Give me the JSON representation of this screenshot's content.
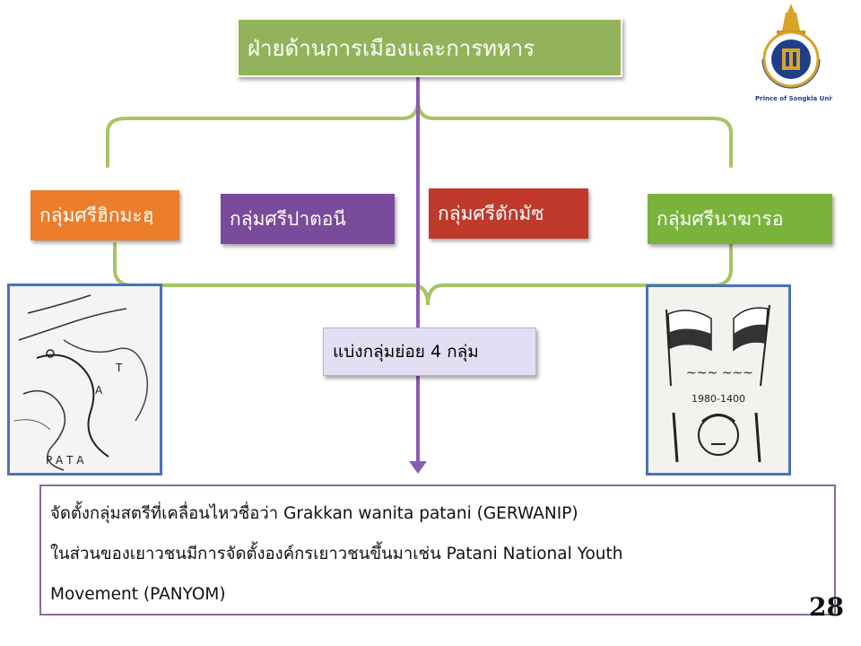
{
  "title": "ฝ่ายด้านการเมืองและการทหาร",
  "groups": [
    {
      "label": "กลุ่มศรีฮิกมะฮฺ",
      "color": "#ec7d2a"
    },
    {
      "label": "กลุ่มศรีปาตอนี",
      "color": "#7a4b9a"
    },
    {
      "label": "กลุ่มศรีตักมัซ",
      "color": "#c0392b"
    },
    {
      "label": "กลุ่มศรีนาฆารอ",
      "color": "#7ab33c"
    }
  ],
  "subgroup_label": "แบ่งกลุ่มย่อย 4 กลุ่ม",
  "info_lines": [
    "จัดตั้งกลุ่มสตรีที่เคลื่อนไหวชื่อว่า Grakkan wanita patani  (GERWANIP)",
    "ในส่วนของเยาวชนมีการจัดตั้งองค์กรเยาวชนขึ้นมาเช่น Patani National Youth",
    "Movement (PANYOM)"
  ],
  "page_number": "28",
  "logo": {
    "text": "Prince of Songkla University"
  },
  "right_image": {
    "year_text": "1980-1400"
  },
  "colors": {
    "brace": "#a7c463",
    "arrow": "#8c5bb5"
  }
}
